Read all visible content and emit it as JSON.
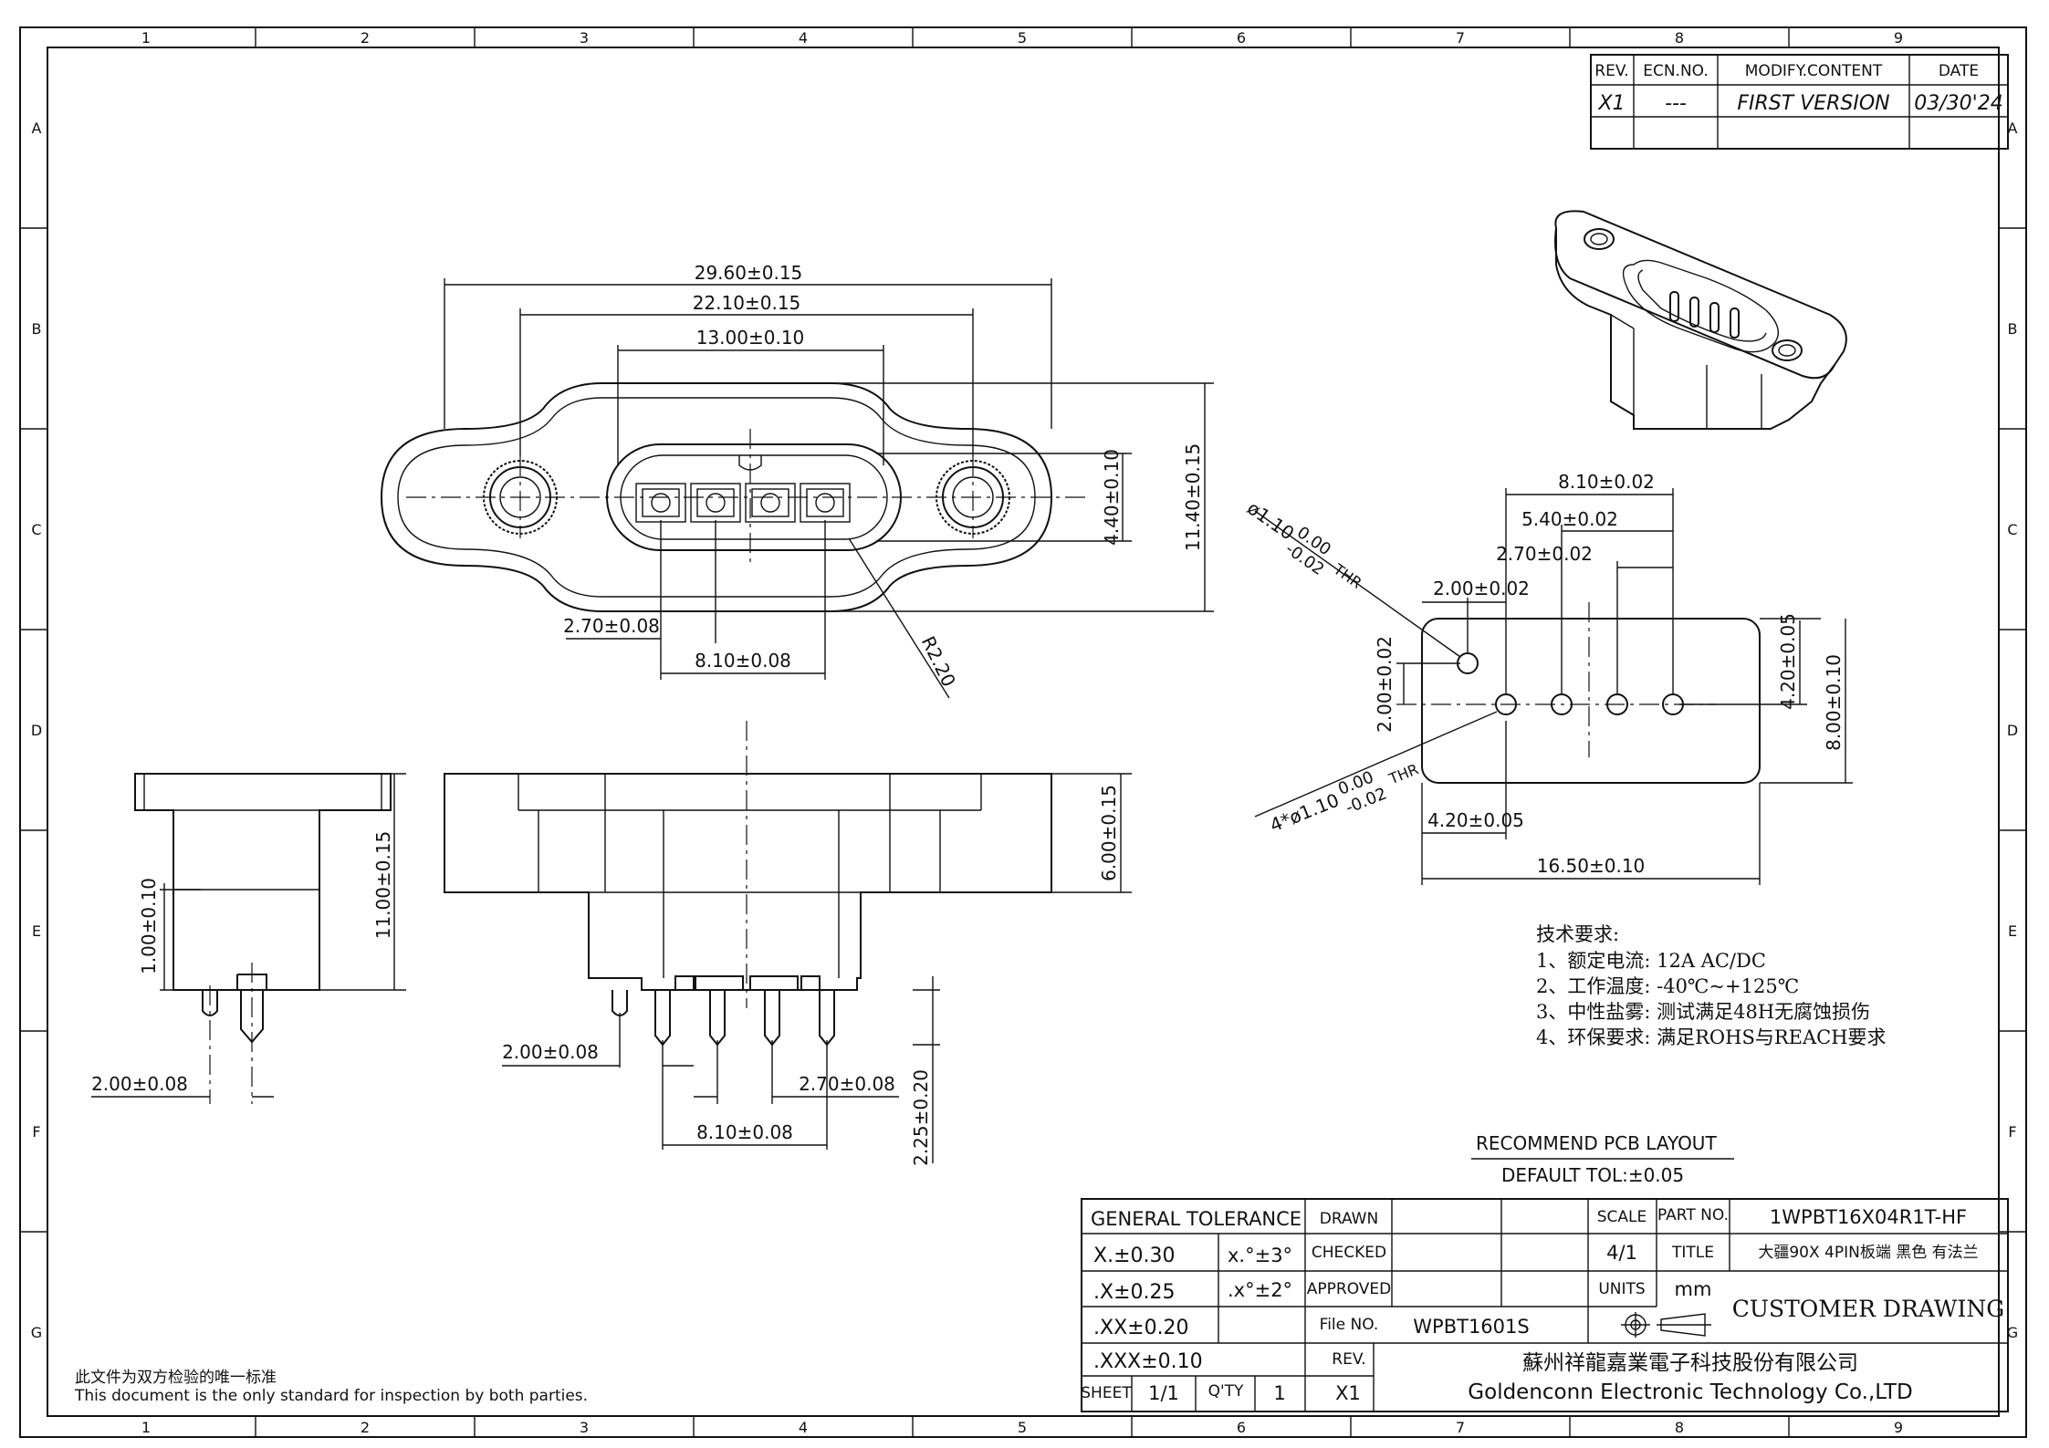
{
  "zones": {
    "columns": [
      "1",
      "2",
      "3",
      "4",
      "5",
      "6",
      "7",
      "8",
      "9"
    ],
    "rows": [
      "A",
      "B",
      "C",
      "D",
      "E",
      "F",
      "G"
    ]
  },
  "revision_table": {
    "headers": [
      "REV.",
      "ECN.NO.",
      "MODIFY.CONTENT",
      "DATE"
    ],
    "rows": [
      [
        "X1",
        "---",
        "FIRST VERSION",
        "03/30'24"
      ]
    ]
  },
  "top_view": {
    "dims": {
      "overall_length": "29.60±0.15",
      "hole_spacing": "22.10±0.15",
      "cavity_length": "13.00±0.10",
      "cavity_height": "4.40±0.10",
      "overall_height": "11.40±0.15",
      "pin_offset": "2.70±0.08",
      "pin_span": "8.10±0.08",
      "radius": "R2.20"
    }
  },
  "side_view": {
    "dims": {
      "tail_length": "1.00±0.10",
      "body_height": "11.00±0.15",
      "pin_offset": "2.00±0.08"
    }
  },
  "front_view": {
    "dims": {
      "flange_height": "6.00±0.15",
      "pin_offset_left": "2.00±0.08",
      "pin_pitch": "2.70±0.08",
      "pin_span": "8.10±0.08",
      "tail_length": "2.25±0.20"
    }
  },
  "pcb_layout": {
    "dims": {
      "span_outer": "8.10±0.02",
      "span_mid": "5.40±0.02",
      "pitch": "2.70±0.02",
      "post_offset": "2.00±0.02",
      "post_hole": [
        "ø1.10",
        "0.00",
        "-0.02",
        "THR"
      ],
      "pin_holes": [
        "4*ø1.10",
        "0.00",
        "-0.02",
        "THR"
      ],
      "post_vertical": "2.00±0.02",
      "pin_row_height": "4.20±0.05",
      "board_height": "8.00±0.10",
      "left_offset": "4.20±0.05",
      "board_length": "16.50±0.10"
    },
    "title": "RECOMMEND PCB LAYOUT",
    "tolerance": "DEFAULT TOL:±0.05"
  },
  "requirements": {
    "heading": "技术要求:",
    "items": [
      "1、额定电流: 12A AC/DC",
      "2、工作温度: -40℃~+125℃",
      "3、中性盐雾: 测试满足48H无腐蚀损伤",
      "4、环保要求: 满足ROHS与REACH要求"
    ]
  },
  "title_block": {
    "general_tolerance": "GENERAL TOLERANCE",
    "tolerances": [
      "X.±0.30",
      ".X±0.25",
      ".XX±0.20",
      ".XXX±0.10"
    ],
    "angles": [
      "x.°±3°",
      ".x°±2°"
    ],
    "drawn": "DRAWN",
    "checked": "CHECKED",
    "approved": "APPROVED",
    "file_no_label": "File NO.",
    "file_no": "WPBT1601S",
    "rev_label": "REV.",
    "rev": "X1",
    "sheet_label": "SHEET",
    "sheet": "1/1",
    "qty_label": "Q'TY",
    "qty": "1",
    "scale_label": "SCALE",
    "scale": "4/1",
    "units_label": "UNITS",
    "units": "mm",
    "part_no_label": "PART NO.",
    "part_no": "1WPBT16X04R1T-HF",
    "title_label": "TITLE",
    "title": "大疆90X 4PIN板端 黑色 有法兰",
    "drawing_type": "CUSTOMER DRAWING",
    "company_cn": "蘇州祥龍嘉業電子科技股份有限公司",
    "company_en": "Goldenconn Electronic Technology Co.,LTD"
  },
  "footer_note": {
    "cn": "此文件为双方检验的唯一标准",
    "en": "This document is the only standard for inspection by both parties."
  }
}
